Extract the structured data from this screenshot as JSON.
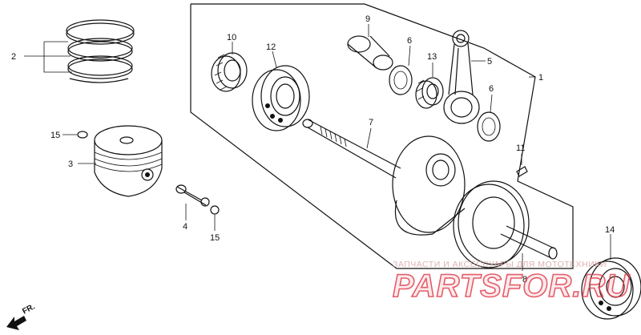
{
  "part_labels": {
    "p1": "1",
    "p2": "2",
    "p3": "3",
    "p4": "4",
    "p5": "5",
    "p6a": "6",
    "p6b": "6",
    "p7": "7",
    "p8": "8",
    "p9": "9",
    "p10": "10",
    "p11": "11",
    "p12": "12",
    "p13": "13",
    "p14": "14",
    "p15a": "15",
    "p15b": "15"
  },
  "direction_marker": "FR.",
  "watermark": {
    "caption": "ЗАПЧАСТИ И АКСЕССУАРЫ ДЛЯ МОТОТЕХНИКИ",
    "brand": "PARTSFOR.RU",
    "color": "#e0414f"
  }
}
